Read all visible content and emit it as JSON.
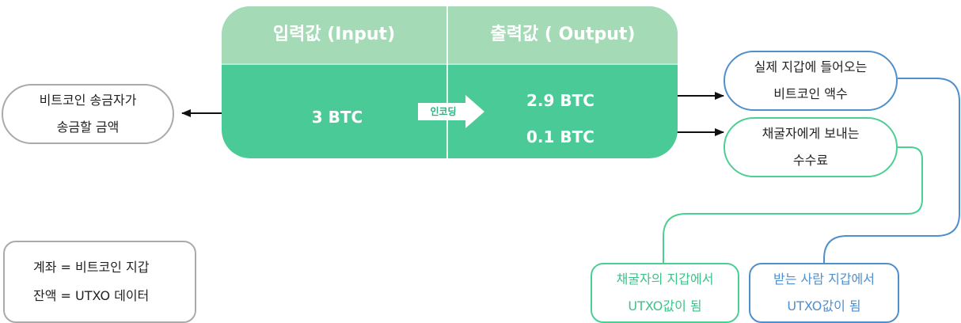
{
  "table": {
    "input_header": "입력값 (Input)",
    "output_header": "출력값 ( Output)",
    "input_value": "3 BTC",
    "output_values": [
      "2.9 BTC",
      "0.1 BTC"
    ]
  },
  "encoding_label": "인코딩",
  "sender_note": {
    "line1": "비트코인 송금자가",
    "line2": "송금할 금액"
  },
  "wallet_amount_note": {
    "line1": "실제 지갑에 들어오는",
    "line2": "비트코인 액수"
  },
  "fee_note": {
    "line1": "채굴자에게 보내는",
    "line2": "수수료"
  },
  "miner_wallet_note": {
    "line1": "채굴자의 지갑에서",
    "line2": "UTXO값이 됨"
  },
  "receiver_wallet_note": {
    "line1": "받는 사람 지갑에서",
    "line2": "UTXO값이 됨"
  },
  "legend": {
    "line1": "계좌 = 비트코인 지갑",
    "line2": "잔액 = UTXO 데이터"
  },
  "colors": {
    "table_body": "#4aca96",
    "table_header": "#a4dbb6",
    "blue": "#4f8fcc",
    "green": "#4ccf93",
    "gray_border": "#aaaaaa"
  }
}
